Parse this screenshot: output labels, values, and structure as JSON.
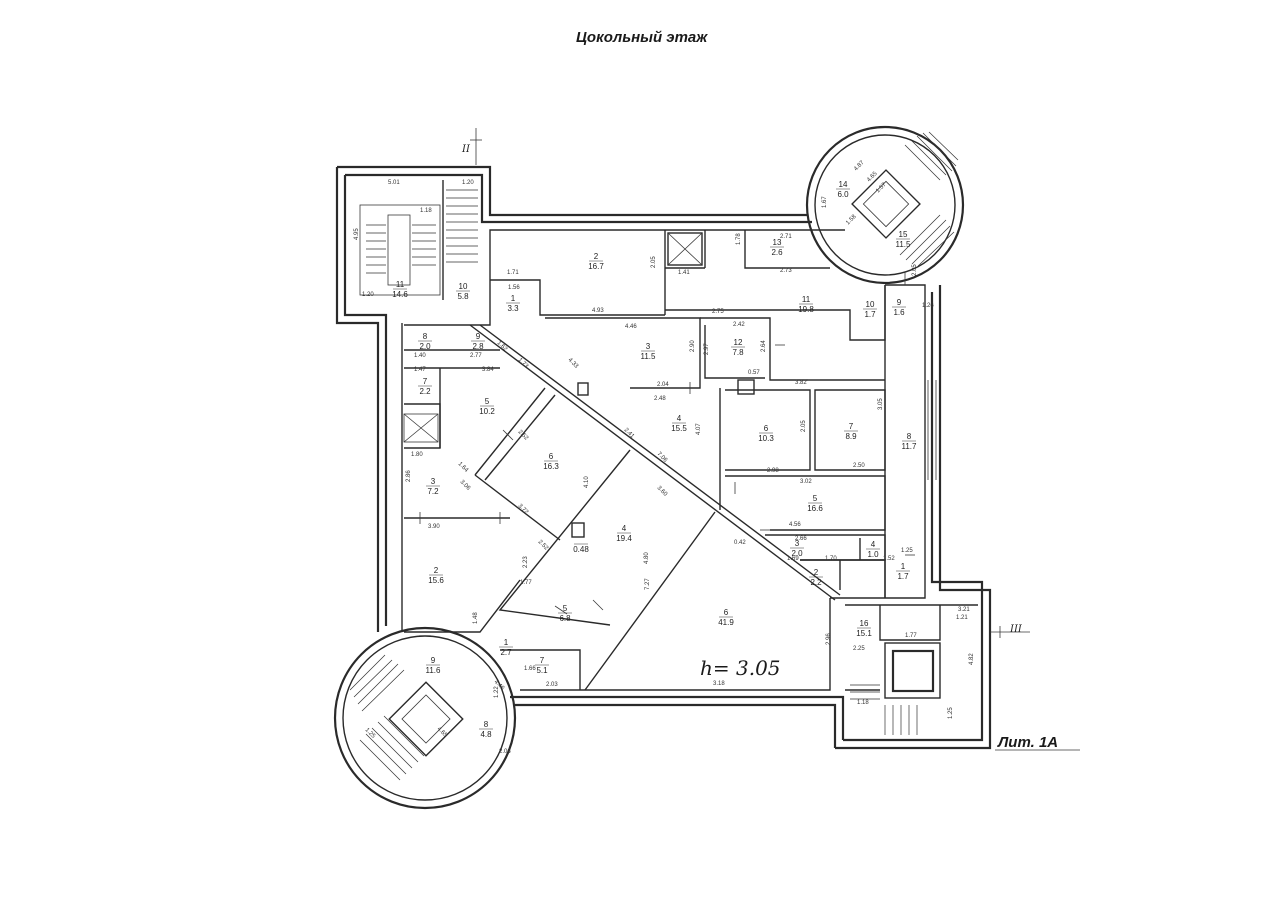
{
  "title": "Цокольный этаж",
  "stamp": "Лит. 1А",
  "height_note": "h= 3.05",
  "axes": [
    "II",
    "III"
  ],
  "rooms": [
    {
      "id": "r-n11-left",
      "num": "11",
      "area": "14.6"
    },
    {
      "id": "r-n10-left",
      "num": "10",
      "area": "5.8"
    },
    {
      "id": "r-n1-top",
      "num": "1",
      "area": "3.3"
    },
    {
      "id": "r-n2-top",
      "num": "2",
      "area": "16.7"
    },
    {
      "id": "r-n13",
      "num": "13",
      "area": "2.6"
    },
    {
      "id": "r-n11-mid",
      "num": "11",
      "area": "19.8"
    },
    {
      "id": "r-n10-mid",
      "num": "10",
      "area": "1.7"
    },
    {
      "id": "r-n9-right",
      "num": "9",
      "area": "1.6"
    },
    {
      "id": "r-n14",
      "num": "14",
      "area": "6.0"
    },
    {
      "id": "r-n15",
      "num": "15",
      "area": "11.5"
    },
    {
      "id": "r-n8-a",
      "num": "8",
      "area": "2.0"
    },
    {
      "id": "r-n9-a",
      "num": "9",
      "area": "2.8"
    },
    {
      "id": "r-n7-a",
      "num": "7",
      "area": "2.2"
    },
    {
      "id": "r-n3-mid",
      "num": "3",
      "area": "11.5"
    },
    {
      "id": "r-n12",
      "num": "12",
      "area": "7.8"
    },
    {
      "id": "r-n5-left",
      "num": "5",
      "area": "10.2"
    },
    {
      "id": "r-n4-center",
      "num": "4",
      "area": "15.5"
    },
    {
      "id": "r-n6-center",
      "num": "6",
      "area": "10.3"
    },
    {
      "id": "r-n7-right",
      "num": "7",
      "area": "8.9"
    },
    {
      "id": "r-n8-right",
      "num": "8",
      "area": "11.7"
    },
    {
      "id": "r-n6-diag",
      "num": "6",
      "area": "16.3"
    },
    {
      "id": "r-n3-left",
      "num": "3",
      "area": "7.2"
    },
    {
      "id": "r-n5-right",
      "num": "5",
      "area": "16.6"
    },
    {
      "id": "r-n4-diag",
      "num": "4",
      "area": "19.4"
    },
    {
      "id": "r-small-048",
      "num": "",
      "area": "0.48"
    },
    {
      "id": "r-n3-small",
      "num": "3",
      "area": "2.0"
    },
    {
      "id": "r-n4-small",
      "num": "4",
      "area": "1.0"
    },
    {
      "id": "r-n2-left",
      "num": "2",
      "area": "15.6"
    },
    {
      "id": "r-n2-small",
      "num": "2",
      "area": "2.2"
    },
    {
      "id": "r-n1-small",
      "num": "1",
      "area": "1.7"
    },
    {
      "id": "r-n5-bottom",
      "num": "5",
      "area": "6.8"
    },
    {
      "id": "r-n6-big",
      "num": "6",
      "area": "41.9"
    },
    {
      "id": "r-n1-bottom",
      "num": "1",
      "area": "2.7"
    },
    {
      "id": "r-n7-bottom",
      "num": "7",
      "area": "5.1"
    },
    {
      "id": "r-n9-bottom",
      "num": "9",
      "area": "11.6"
    },
    {
      "id": "r-n8-bottom",
      "num": "8",
      "area": "4.8"
    },
    {
      "id": "r-n16",
      "num": "16",
      "area": "15.1"
    }
  ],
  "dims": [
    "5.01",
    "1.20",
    "1.18",
    "4.95",
    "1.20",
    "1.71",
    "1.56",
    "4.93",
    "2.05",
    "1.41",
    "1.78",
    "2.71",
    "2.73",
    "2.75",
    "4.46",
    "2.42",
    "2.90",
    "2.97",
    "2.64",
    "2.77",
    "1.40",
    "1.47",
    "3.84",
    "1.62",
    "1.73",
    "4.33",
    "0.57",
    "2.04",
    "2.48",
    "3.82",
    "4.07",
    "2.05",
    "3.05",
    "2.98",
    "2.50",
    "3.02",
    "2.41",
    "2.52",
    "7.06",
    "1.80",
    "2.86",
    "1.64",
    "3.06",
    "3.72",
    "3.90",
    "4.10",
    "3.60",
    "1.48",
    "2.52",
    "0.42",
    "4.56",
    "2.66",
    "1.69",
    "1.70",
    "2.23",
    "1.77",
    "4.80",
    "7.27",
    "2.25",
    "1.52",
    "1.25",
    "2.05",
    "3.18",
    "2.96",
    "1.77",
    "3.21",
    "4.82",
    "1.21",
    "1.18",
    "1.25",
    "4.46",
    "2.03",
    "1.66",
    "1.22",
    "2.06",
    "4.65",
    "1.25",
    "1.67",
    "1.58",
    "4.87",
    "4.65",
    "1.57",
    "1.26"
  ]
}
